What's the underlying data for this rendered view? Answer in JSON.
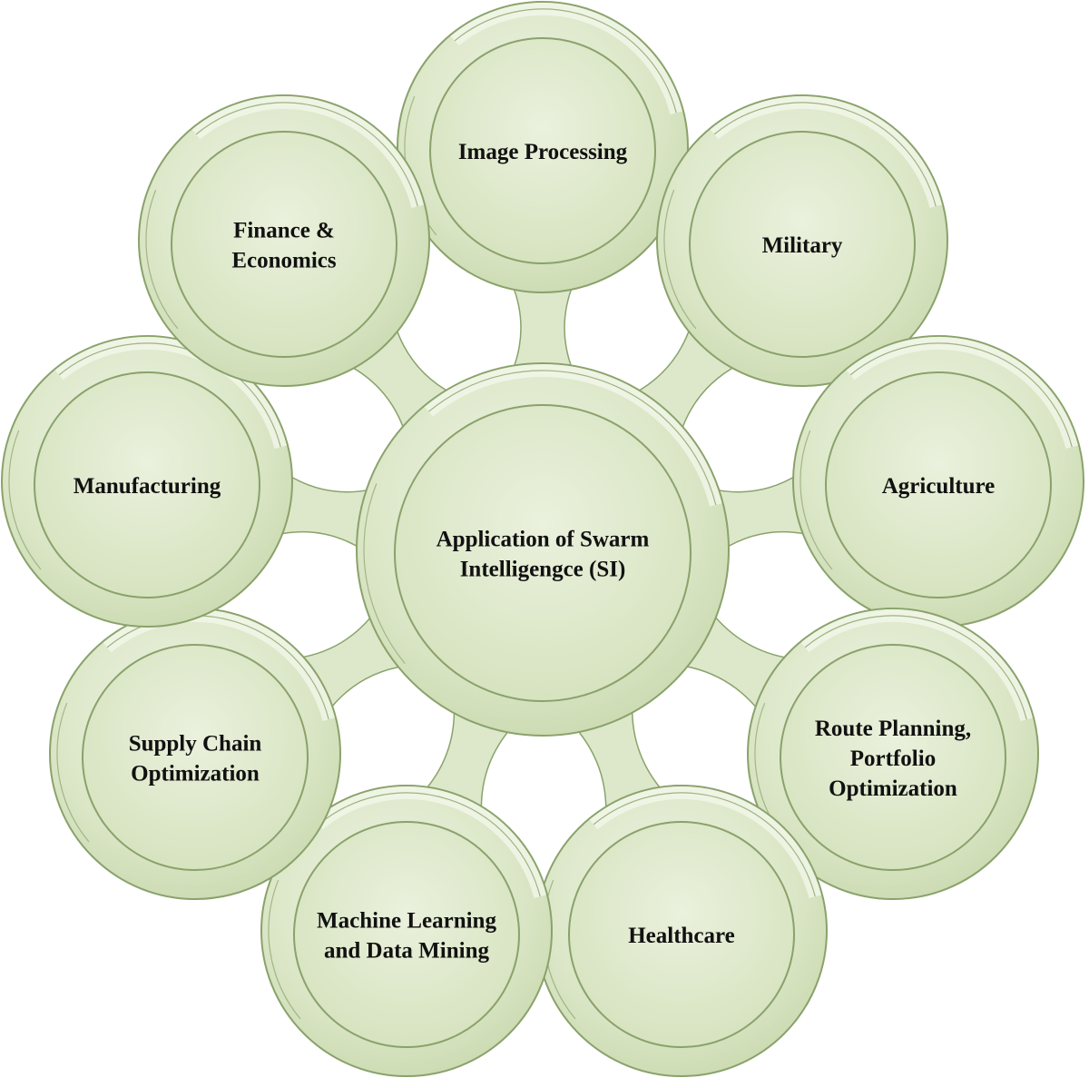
{
  "center": {
    "lines": [
      "Application of Swarm",
      "Intelligengce (SI)"
    ]
  },
  "nodes": [
    {
      "id": "image-processing",
      "lines": [
        "Image Processing"
      ]
    },
    {
      "id": "military",
      "lines": [
        "Military"
      ]
    },
    {
      "id": "agriculture",
      "lines": [
        "Agriculture"
      ]
    },
    {
      "id": "route-planning",
      "lines": [
        "Route Planning,",
        "Portfolio",
        "Optimization"
      ]
    },
    {
      "id": "healthcare",
      "lines": [
        "Healthcare"
      ]
    },
    {
      "id": "machine-learning",
      "lines": [
        "Machine Learning",
        "and Data Mining"
      ]
    },
    {
      "id": "supply-chain",
      "lines": [
        "Supply Chain",
        "Optimization"
      ]
    },
    {
      "id": "manufacturing",
      "lines": [
        "Manufacturing"
      ]
    },
    {
      "id": "finance",
      "lines": [
        "Finance &",
        "Economics"
      ]
    }
  ],
  "colors": {
    "fill_light": "#e9f0dc",
    "fill_mid": "#d6e3c0",
    "fill_dark": "#c3d4a6",
    "stroke": "#8aa26b",
    "connector": "#dde8cb"
  }
}
